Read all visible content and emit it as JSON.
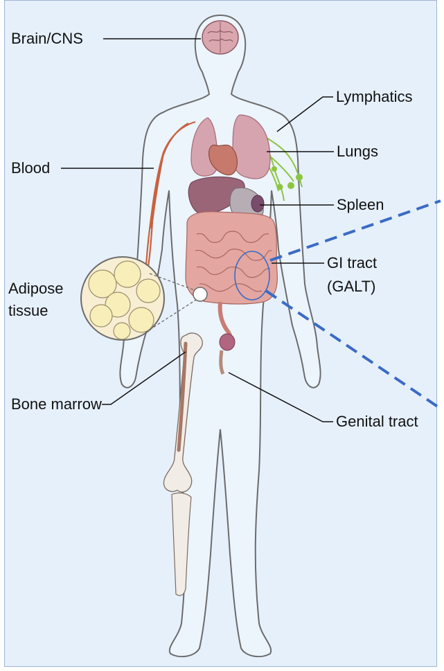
{
  "diagram": {
    "labels": {
      "brain": "Brain/CNS",
      "lymphatics": "Lymphatics",
      "lungs": "Lungs",
      "blood": "Blood",
      "spleen": "Spleen",
      "gi_tract_line1": "GI tract",
      "gi_tract_line2": "(GALT)",
      "adipose_line1": "Adipose",
      "adipose_line2": "tissue",
      "bone_marrow": "Bone marrow",
      "genital_tract": "Genital tract"
    },
    "colors": {
      "background": "#e6f0fb",
      "skin_outline": "#6b6b6b",
      "blood_vessel": "#c7623f",
      "lymphatics": "#8cc63f",
      "organs": "#b07a8a",
      "intestine": "#e3a6a0",
      "bone": "#f2ece6",
      "zoom_line": "#3a6bc6"
    }
  }
}
